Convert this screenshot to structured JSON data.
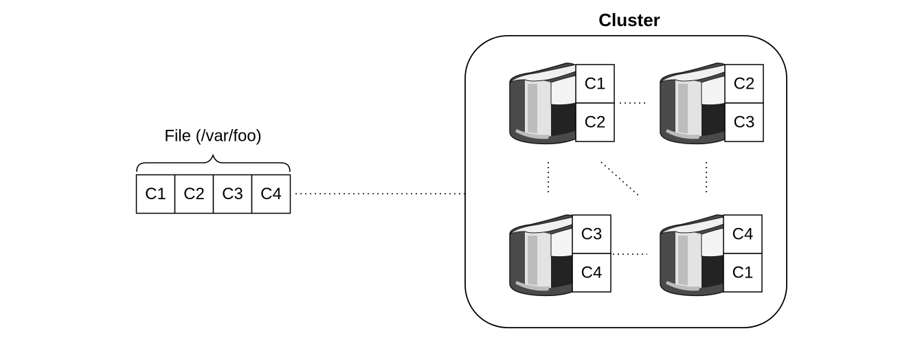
{
  "file": {
    "label": "File (/var/foo)",
    "chunks": [
      "C1",
      "C2",
      "C3",
      "C4"
    ]
  },
  "cluster": {
    "title": "Cluster",
    "nodes": [
      {
        "id": "top-left",
        "chunks": [
          "C1",
          "C2"
        ]
      },
      {
        "id": "top-right",
        "chunks": [
          "C2",
          "C3"
        ]
      },
      {
        "id": "bottom-left",
        "chunks": [
          "C3",
          "C4"
        ]
      },
      {
        "id": "bottom-right",
        "chunks": [
          "C4",
          "C1"
        ]
      }
    ]
  }
}
